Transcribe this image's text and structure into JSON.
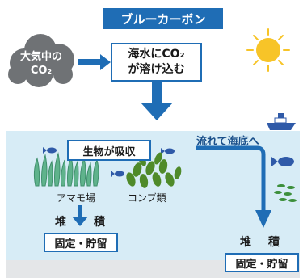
{
  "title": "ブルーカーボン",
  "cloud": {
    "line1": "大気中の",
    "line2": "CO₂"
  },
  "dissolve": {
    "line1": "海水にCO₂",
    "line2": "が溶け込む"
  },
  "absorb": "生物が吸収",
  "flow": "流れて海底へ",
  "eelgrass": "アマモ場",
  "kelp": "コンブ類",
  "left_stack": {
    "char1": "堆",
    "char2": "積"
  },
  "right_stack": {
    "char1": "堆",
    "char2": "積"
  },
  "left_fixed": "固定・貯留",
  "right_fixed": "固定・貯留",
  "colors": {
    "accent": "#1f6db5",
    "sea": "#d7ecf6",
    "cloud": "#6f7275",
    "sun": "#f7c428",
    "seagrass": "#5fb38c",
    "kelp": "#4f8a2a",
    "fish": "#2f5aa8"
  }
}
